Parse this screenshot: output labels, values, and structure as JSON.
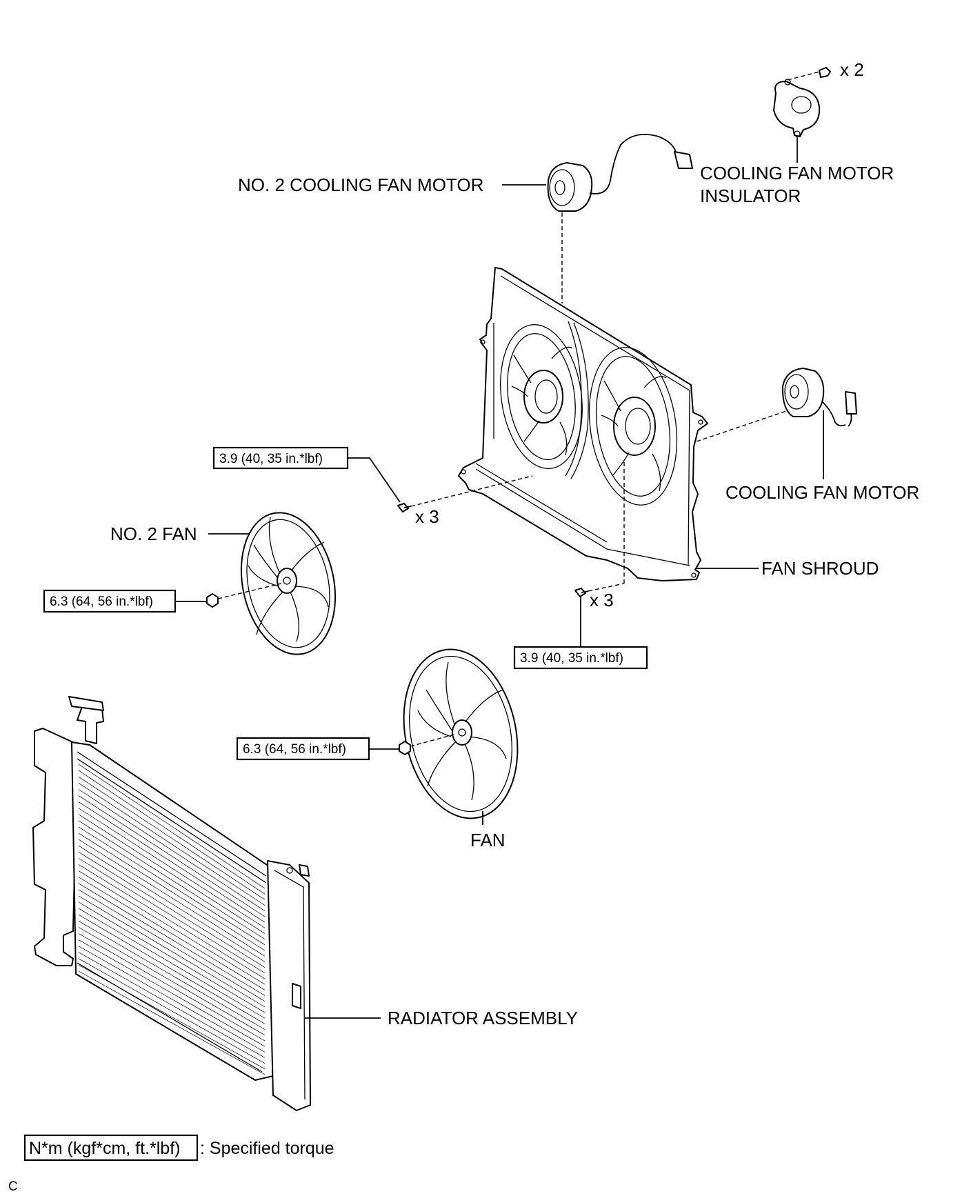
{
  "labels": {
    "no2_cooling_fan_motor": "NO. 2 COOLING FAN MOTOR",
    "cooling_fan_motor_insulator_line1": "COOLING FAN MOTOR",
    "cooling_fan_motor_insulator_line2": "INSULATOR",
    "cooling_fan_motor": "COOLING FAN MOTOR",
    "no2_fan": "NO. 2 FAN",
    "fan_shroud": "FAN SHROUD",
    "fan": "FAN",
    "radiator_assembly": "RADIATOR ASSEMBLY"
  },
  "quantities": {
    "insulator_screws": "x 2",
    "shroud_bolts_left": "x 3",
    "shroud_bolts_right": "x 3"
  },
  "torques": {
    "shroud_left": "3.9 (40, 35 in.*lbf)",
    "shroud_right": "3.9 (40, 35 in.*lbf)",
    "no2_fan_nut": "6.3 (64, 56 in.*lbf)",
    "fan_nut": "6.3 (64, 56 in.*lbf)"
  },
  "legend": {
    "unit_box": "N*m (kgf*cm, ft.*lbf)",
    "description": ": Specified torque"
  },
  "footer": {
    "code": "C"
  }
}
